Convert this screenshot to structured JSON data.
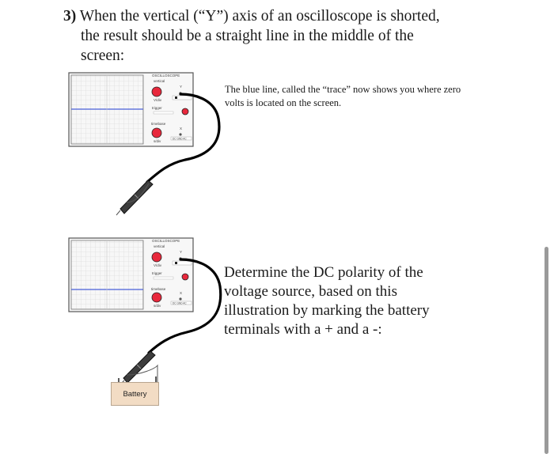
{
  "question": {
    "number": "3)",
    "line1": "When the vertical (“Y”) axis of an oscilloscope is shorted,",
    "line2": "the result should be a straight line in the middle of the",
    "line3": "screen:"
  },
  "figure1": {
    "title": "OSCILLOSCOPE",
    "vertical_label": "vertical",
    "vdiv_label": "V/div",
    "trigger_label": "trigger",
    "timebase_label": "timebase",
    "sdiv_label": "s/div",
    "y_label": "Y",
    "x_label": "X",
    "dc_gnd_ac": "DC GND AC",
    "caption": "The blue line, called the “trace” now shows you where zero volts is located on the screen."
  },
  "figure2": {
    "title": "OSCILLOSCOPE",
    "vertical_label": "vertical",
    "vdiv_label": "V/div",
    "trigger_label": "trigger",
    "timebase_label": "timebase",
    "sdiv_label": "s/div",
    "y_label": "Y",
    "x_label": "X",
    "dc_gnd_ac": "DC GND AC",
    "battery_label": "Battery",
    "caption": "Determine the DC polarity of the voltage source, based on this illustration by marking the battery terminals with a + and a -:"
  },
  "colors": {
    "trace": "#4a5fd8",
    "knob": "#e8283c",
    "battery_fill": "#f2dcc4"
  }
}
